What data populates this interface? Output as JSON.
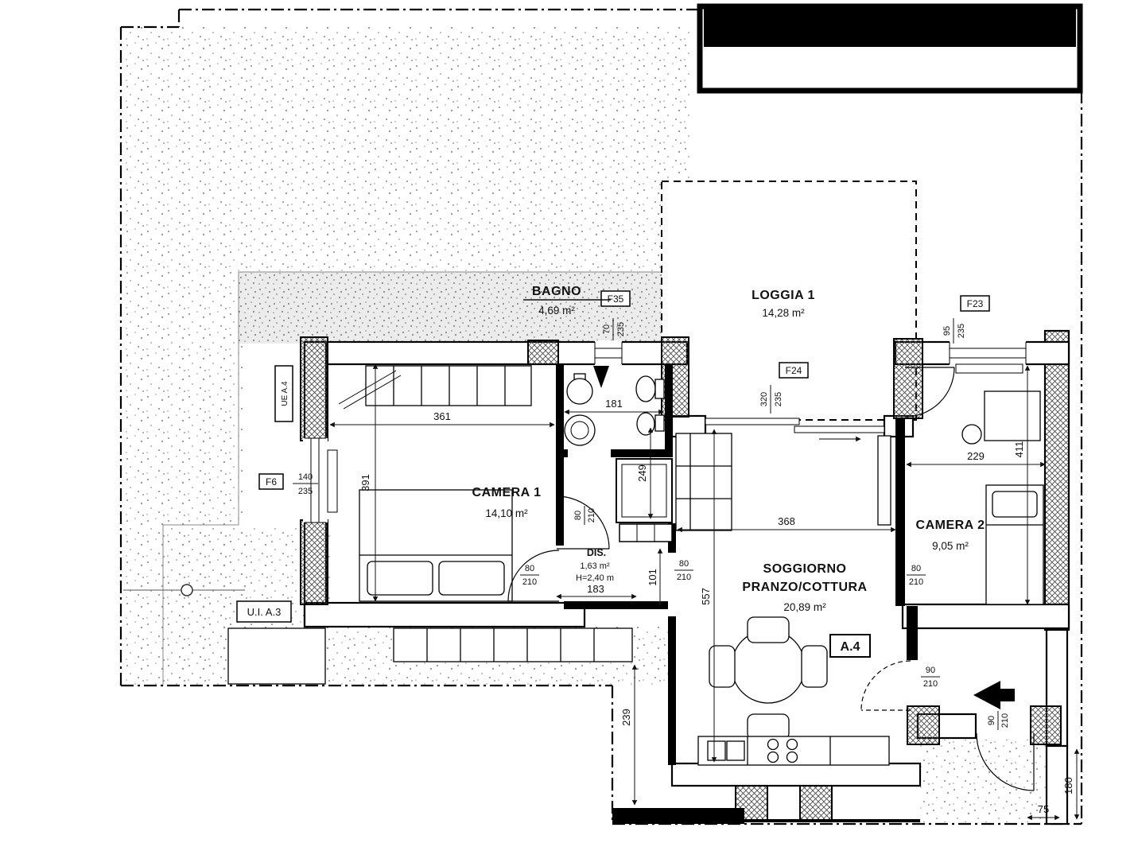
{
  "rooms": {
    "bagno": {
      "name": "BAGNO",
      "area": "4,69 m²"
    },
    "loggia": {
      "name": "LOGGIA 1",
      "area": "14,28 m²"
    },
    "camera1": {
      "name": "CAMERA 1",
      "area": "14,10 m²"
    },
    "camera2": {
      "name": "CAMERA 2",
      "area": "9,05 m²"
    },
    "dis": {
      "name": "DIS.",
      "area": "1,63 m²",
      "height": "H=2,40 m"
    },
    "soggiorno": {
      "name_line1": "SOGGIORNO",
      "name_line2": "PRANZO/COTTURA",
      "area": "20,89 m²"
    }
  },
  "unit_labels": {
    "current": "A.4",
    "adjacent": "U.I. A.3",
    "utility": "UE A.4"
  },
  "windows": {
    "f6": {
      "id": "F6",
      "width": "140",
      "height": "235"
    },
    "f35": {
      "id": "F35",
      "width": "70",
      "height": "235"
    },
    "f24": {
      "id": "F24",
      "width": "320",
      "height": "235"
    },
    "f23": {
      "id": "F23",
      "width": "95",
      "height": "235"
    }
  },
  "doors": {
    "camera1": {
      "width": "80",
      "height": "210"
    },
    "dis": {
      "width": "80",
      "height": "210"
    },
    "soggiorno": {
      "width": "80",
      "height": "210"
    },
    "camera2": {
      "width": "80",
      "height": "210"
    },
    "entrance": {
      "width": "90",
      "height": "210"
    },
    "external": {
      "width": "90",
      "height": "210"
    }
  },
  "dimensions": {
    "camera1_width": "361",
    "camera1_depth": "391",
    "bagno_width": "181",
    "corridor_depth": "249",
    "dis_width": "183",
    "dis_opening": "101",
    "soggiorno_width": "368",
    "soggiorno_depth": "557",
    "camera2_width": "229",
    "camera2_depth": "411",
    "service_strip": "239",
    "porch_depth": "180",
    "porch_step": "75"
  }
}
